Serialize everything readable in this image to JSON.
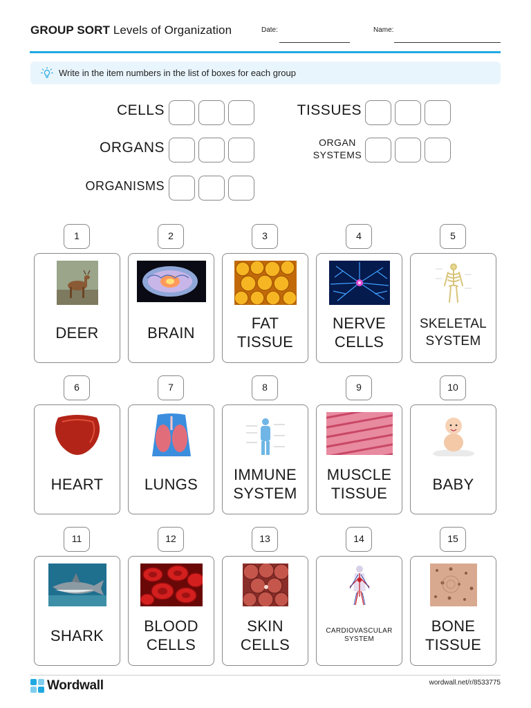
{
  "header": {
    "title_bold": "GROUP SORT",
    "title_rest": "Levels of Organization",
    "date_label": "Date:",
    "name_label": "Name:"
  },
  "instruction": {
    "text": "Write in the item numbers in the list of boxes for each group",
    "icon": "lightbulb-icon"
  },
  "groups": [
    {
      "label": "CELLS"
    },
    {
      "label": "TISSUES"
    },
    {
      "label": "ORGANS"
    },
    {
      "label_line1": "ORGAN",
      "label_line2": "SYSTEMS"
    },
    {
      "label": "ORGANISMS"
    }
  ],
  "items": [
    {
      "number": "1",
      "label": "DEER",
      "image": "deer-photo"
    },
    {
      "number": "2",
      "label": "BRAIN",
      "image": "brain-illustration"
    },
    {
      "number": "3",
      "label": "FAT TISSUE",
      "image": "fat-tissue-micrograph"
    },
    {
      "number": "4",
      "label": "NERVE CELLS",
      "image": "nerve-cells-illustration"
    },
    {
      "number": "5",
      "label": "SKELETAL SYSTEM",
      "image": "skeletal-system-diagram"
    },
    {
      "number": "6",
      "label": "HEART",
      "image": "heart-photo"
    },
    {
      "number": "7",
      "label": "LUNGS",
      "image": "lungs-illustration"
    },
    {
      "number": "8",
      "label": "IMMUNE SYSTEM",
      "image": "immune-system-diagram"
    },
    {
      "number": "9",
      "label": "MUSCLE TISSUE",
      "image": "muscle-tissue-micrograph"
    },
    {
      "number": "10",
      "label": "BABY",
      "image": "baby-photo"
    },
    {
      "number": "11",
      "label": "SHARK",
      "image": "shark-photo"
    },
    {
      "number": "12",
      "label": "BLOOD CELLS",
      "image": "blood-cells-illustration"
    },
    {
      "number": "13",
      "label": "SKIN CELLS",
      "image": "skin-cells-micrograph"
    },
    {
      "number": "14",
      "label": "CARDIOVASCULAR SYSTEM",
      "image": "cardiovascular-system-illustration"
    },
    {
      "number": "15",
      "label": "BONE TISSUE",
      "image": "bone-tissue-micrograph"
    }
  ],
  "footer": {
    "brand": "Wordwall",
    "url": "wordwall.net/r/8533775"
  },
  "colors": {
    "accent": "#20a9e1",
    "instruction_bg": "#e9f5fc"
  }
}
